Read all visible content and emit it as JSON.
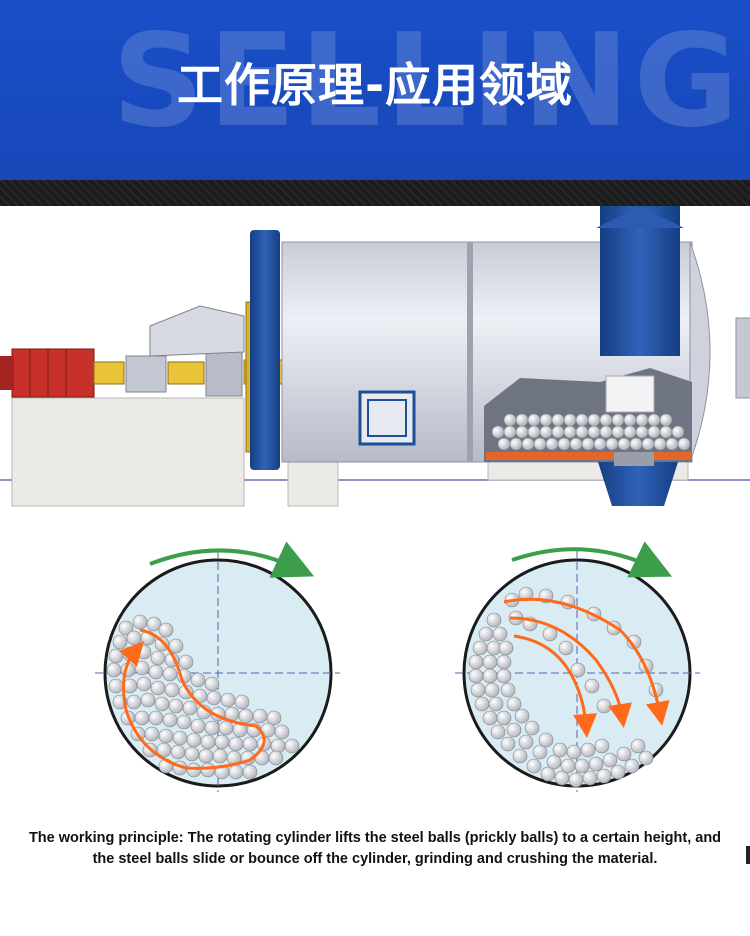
{
  "banner": {
    "background_word": "SELLING",
    "title": "工作原理-应用领域"
  },
  "diagram": {
    "main": "ball-mill-cross-section",
    "left": "ball-motion-cascading",
    "right": "ball-motion-cataracting"
  },
  "caption": "The working principle: The rotating cylinder lifts the steel balls (prickly balls) to a certain height, and the steel balls slide or bounce off the cylinder, grinding and crushing the material.",
  "colors": {
    "banner_blue": "#1a4fc8",
    "mill_blue": "#1d4e9a",
    "motor_red": "#c8302a",
    "arrow_orange": "#ff6a1a",
    "rotation_green": "#3c9e4a"
  }
}
